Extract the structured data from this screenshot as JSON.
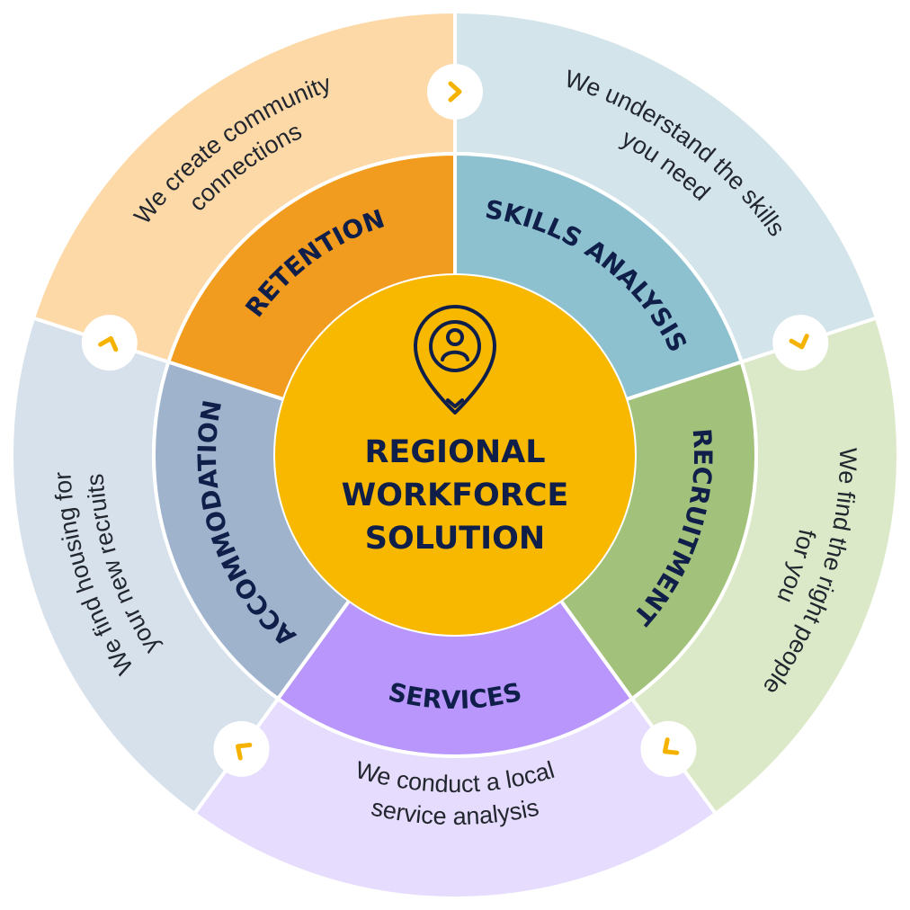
{
  "center": {
    "title_lines": [
      "REGIONAL",
      "WORKFORCE",
      "SOLUTION"
    ],
    "icon": "location-person-pin-icon",
    "color": "#f8b800"
  },
  "segments": [
    {
      "id": "skills-analysis",
      "label": "SKILLS ANALYSIS",
      "description_lines": [
        "We understand the skills",
        "you need"
      ],
      "inner_color": "#8ec1cf",
      "outer_color": "#d3e4ea"
    },
    {
      "id": "recruitment",
      "label": "RECRUITMENT",
      "description_lines": [
        "We find the right people",
        "for you"
      ],
      "inner_color": "#a2c17a",
      "outer_color": "#dce9c8"
    },
    {
      "id": "services",
      "label": "SERVICES",
      "description_lines": [
        "We conduct a local",
        "service analysis"
      ],
      "inner_color": "#b896fb",
      "outer_color": "#e6dcfd"
    },
    {
      "id": "accommodation",
      "label": "ACCOMMODATION",
      "description_lines": [
        "We find housing for",
        "your new recruits"
      ],
      "inner_color": "#9fb3cd",
      "outer_color": "#d6e1ec"
    },
    {
      "id": "retention",
      "label": "RETENTION",
      "description_lines": [
        "We create community",
        "connections"
      ],
      "inner_color": "#f29c1f",
      "outer_color": "#fdd9a8"
    }
  ],
  "arrows": {
    "icon": "chevron-right-icon",
    "color": "#f5b300",
    "text_color": "#0f1f4a"
  }
}
